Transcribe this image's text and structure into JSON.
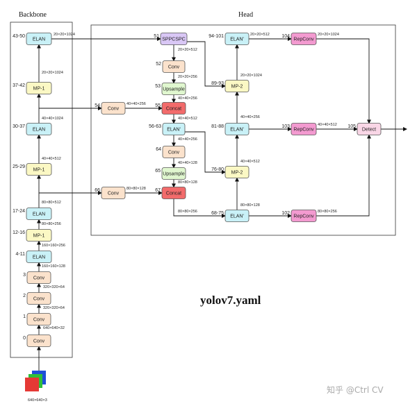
{
  "sections": {
    "backbone": "Backbone",
    "head": "Head"
  },
  "title": "yolov7.yaml",
  "watermark": "知乎 @Ctrl CV",
  "input_label": "640×640×3",
  "colors": {
    "ELAN": "#c9f1f7",
    "MP-1": "#fbf8c4",
    "MP-2": "#fbf8c4",
    "Conv": "#fbe2cc",
    "SPPCSPC": "#d9c7f5",
    "Upsample": "#e0f7cf",
    "Concat": "#f26b6b",
    "ELAN'": "#c9f1f7",
    "RepConv": "#f39ad0",
    "Detect": "#f9d6e6",
    "index": "#c2185b"
  },
  "nodes": [
    {
      "id": "b0",
      "label": "Conv",
      "type": "Conv",
      "index": "0"
    },
    {
      "id": "b1",
      "label": "Conv",
      "type": "Conv",
      "index": "1"
    },
    {
      "id": "b2",
      "label": "Conv",
      "type": "Conv",
      "index": "2"
    },
    {
      "id": "b3",
      "label": "Conv",
      "type": "Conv",
      "index": "3"
    },
    {
      "id": "b4",
      "label": "ELAN",
      "type": "ELAN",
      "index": "4-11"
    },
    {
      "id": "b12",
      "label": "MP-1",
      "type": "MP-1",
      "index": "12-16"
    },
    {
      "id": "b17",
      "label": "ELAN",
      "type": "ELAN",
      "index": "17-24"
    },
    {
      "id": "b25",
      "label": "MP-1",
      "type": "MP-1",
      "index": "25-29"
    },
    {
      "id": "b30",
      "label": "ELAN",
      "type": "ELAN",
      "index": "30-37"
    },
    {
      "id": "b37",
      "label": "MP-1",
      "type": "MP-1",
      "index": "37-42"
    },
    {
      "id": "b43",
      "label": "ELAN",
      "type": "ELAN",
      "index": "43-50"
    },
    {
      "id": "h51",
      "label": "SPPCSPC",
      "type": "SPPCSPC",
      "index": "51"
    },
    {
      "id": "h52",
      "label": "Conv",
      "type": "Conv",
      "index": "52"
    },
    {
      "id": "h53",
      "label": "Upsample",
      "type": "Upsample",
      "index": "53"
    },
    {
      "id": "h54",
      "label": "Conv",
      "type": "Conv",
      "index": "54"
    },
    {
      "id": "h55",
      "label": "Concat",
      "type": "Concat",
      "index": "55"
    },
    {
      "id": "h56",
      "label": "ELAN'",
      "type": "ELAN'",
      "index": "56-63"
    },
    {
      "id": "h64",
      "label": "Conv",
      "type": "Conv",
      "index": "64"
    },
    {
      "id": "h65",
      "label": "Upsample",
      "type": "Upsample",
      "index": "65"
    },
    {
      "id": "h66",
      "label": "Conv",
      "type": "Conv",
      "index": "66"
    },
    {
      "id": "h67",
      "label": "Concat",
      "type": "Concat",
      "index": "67"
    },
    {
      "id": "h68",
      "label": "ELAN'",
      "type": "ELAN'",
      "index": "68-75"
    },
    {
      "id": "h76",
      "label": "MP-2",
      "type": "MP-2",
      "index": "76-80"
    },
    {
      "id": "h81",
      "label": "ELAN'",
      "type": "ELAN'",
      "index": "81-88"
    },
    {
      "id": "h89",
      "label": "MP-2",
      "type": "MP-2",
      "index": "89-93"
    },
    {
      "id": "h94",
      "label": "ELAN'",
      "type": "ELAN'",
      "index": "94-101"
    },
    {
      "id": "h102",
      "label": "RepConv",
      "type": "RepConv",
      "index": "102"
    },
    {
      "id": "h103",
      "label": "RepConv",
      "type": "RepConv",
      "index": "103"
    },
    {
      "id": "h104",
      "label": "RepConv",
      "type": "RepConv",
      "index": "104"
    },
    {
      "id": "h105",
      "label": "Detect",
      "type": "Detect",
      "index": "105"
    }
  ],
  "edges": [
    {
      "from": "input",
      "to": "b0",
      "label": ""
    },
    {
      "from": "b0",
      "to": "b1",
      "label": "640×640×32"
    },
    {
      "from": "b1",
      "to": "b2",
      "label": "320×320×64"
    },
    {
      "from": "b2",
      "to": "b3",
      "label": "320×320×64"
    },
    {
      "from": "b3",
      "to": "b4",
      "label": "160×160×128"
    },
    {
      "from": "b4",
      "to": "b12",
      "label": "160×160×256"
    },
    {
      "from": "b12",
      "to": "b17",
      "label": "80×80×256"
    },
    {
      "from": "b17",
      "to": "b25",
      "label": "80×80×512"
    },
    {
      "from": "b25",
      "to": "b30",
      "label": "40×40×512"
    },
    {
      "from": "b30",
      "to": "b37",
      "label": "40×40×1024"
    },
    {
      "from": "b37",
      "to": "b43",
      "label": "20×20×1024"
    },
    {
      "from": "b43",
      "to": "h51",
      "label": "20×20×1024"
    },
    {
      "from": "h51",
      "to": "h52",
      "label": "20×20×512"
    },
    {
      "from": "h52",
      "to": "h53",
      "label": "20×20×256"
    },
    {
      "from": "h53",
      "to": "h55",
      "label": "40×40×256"
    },
    {
      "from": "b30",
      "to": "h54",
      "label": ""
    },
    {
      "from": "h54",
      "to": "h55",
      "label": "40×40×256"
    },
    {
      "from": "h55",
      "to": "h56",
      "label": "40×40×512"
    },
    {
      "from": "h56",
      "to": "h64",
      "label": "40×40×256"
    },
    {
      "from": "h64",
      "to": "h65",
      "label": "40×40×128"
    },
    {
      "from": "h65",
      "to": "h67",
      "label": "80×80×128"
    },
    {
      "from": "b17",
      "to": "h66",
      "label": ""
    },
    {
      "from": "h66",
      "to": "h67",
      "label": "80×80×128"
    },
    {
      "from": "h67",
      "to": "h68",
      "label": "80×80×256"
    },
    {
      "from": "h68",
      "to": "h76",
      "label": "80×80×128"
    },
    {
      "from": "h56",
      "to": "h76",
      "label": ""
    },
    {
      "from": "h76",
      "to": "h81",
      "label": "40×40×512"
    },
    {
      "from": "h81",
      "to": "h89",
      "label": "40×40×256"
    },
    {
      "from": "h51",
      "to": "h89",
      "label": ""
    },
    {
      "from": "h89",
      "to": "h94",
      "label": "20×20×1024"
    },
    {
      "from": "h68",
      "to": "h102",
      "label": ""
    },
    {
      "from": "h81",
      "to": "h103",
      "label": ""
    },
    {
      "from": "h94",
      "to": "h104",
      "label": "20×20×512"
    },
    {
      "from": "h102",
      "to": "h105",
      "label": "80×80×256"
    },
    {
      "from": "h103",
      "to": "h105",
      "label": "40×40×512"
    },
    {
      "from": "h104",
      "to": "h105",
      "label": "20×20×1024"
    },
    {
      "from": "h105",
      "to": "output",
      "label": ""
    }
  ]
}
